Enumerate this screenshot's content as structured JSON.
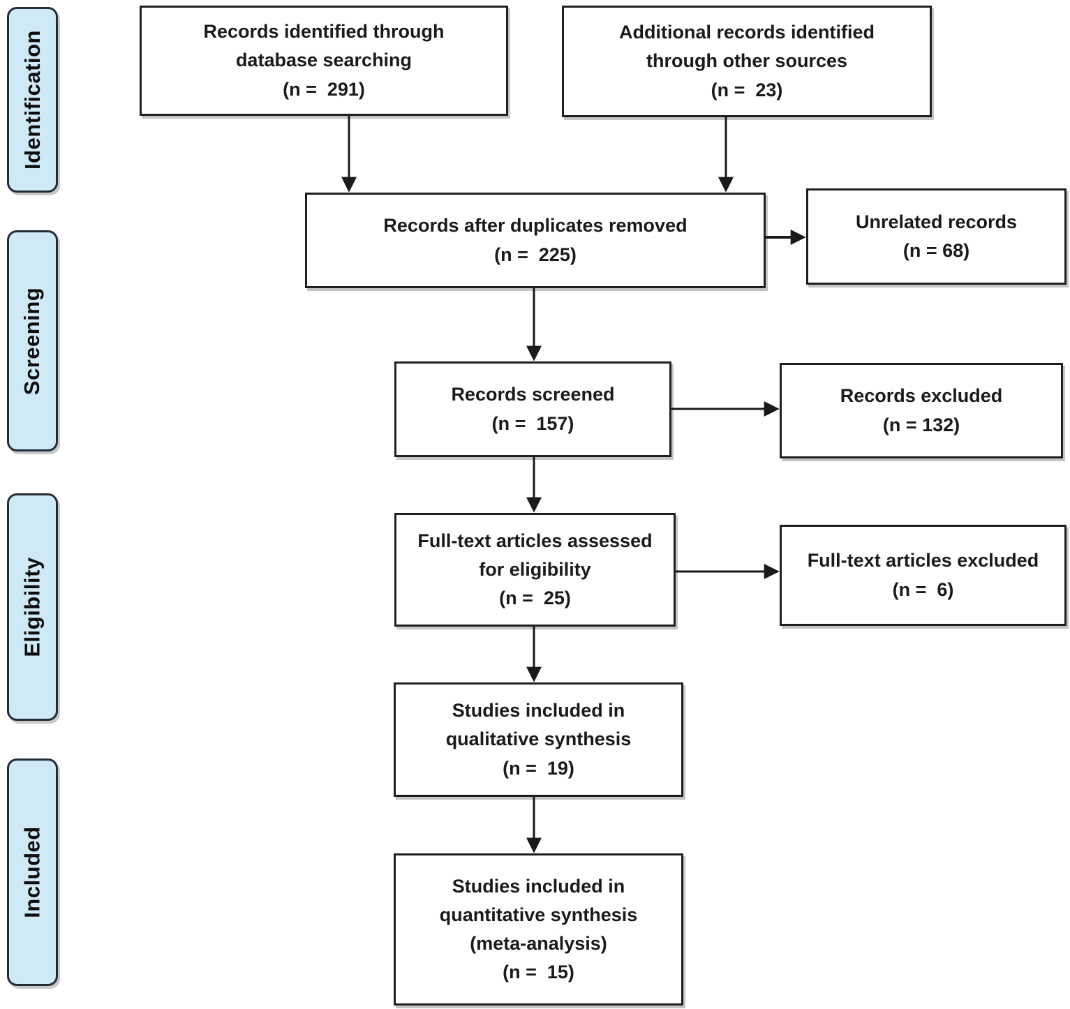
{
  "stages": [
    {
      "id": "identification",
      "label": "Identification"
    },
    {
      "id": "screening",
      "label": "Screening"
    },
    {
      "id": "eligibility",
      "label": "Eligibility"
    },
    {
      "id": "included",
      "label": "Included"
    }
  ],
  "boxes": {
    "records_identified": {
      "line1": "Records identified through",
      "line2": "database searching",
      "n_label": "(n =  291)",
      "n": 291
    },
    "additional_records": {
      "line1": "Additional records identified",
      "line2": "through other sources",
      "n_label": "(n =  23)",
      "n": 23
    },
    "after_duplicates": {
      "line1": "Records after duplicates removed",
      "n_label": "(n =  225)",
      "n": 225
    },
    "unrelated": {
      "line1": "Unrelated records",
      "n_label": "(n = 68)",
      "n": 68
    },
    "screened": {
      "line1": "Records screened",
      "n_label": "(n =  157)",
      "n": 157
    },
    "records_excluded": {
      "line1": "Records excluded",
      "n_label": "(n = 132)",
      "n": 132
    },
    "fulltext_assessed": {
      "line1": "Full-text articles assessed",
      "line2": "for eligibility",
      "n_label": "(n =  25)",
      "n": 25
    },
    "fulltext_excluded": {
      "line1": "Full-text articles excluded",
      "n_label": "(n =  6)",
      "n": 6
    },
    "qualitative": {
      "line1": "Studies included in",
      "line2": "qualitative synthesis",
      "n_label": "(n =  19)",
      "n": 19
    },
    "quantitative": {
      "line1": "Studies included in",
      "line2": "quantitative synthesis",
      "line3": "(meta-analysis)",
      "n_label": "(n =  15)",
      "n": 15
    }
  },
  "connections": [
    {
      "from": "records_identified",
      "to": "after_duplicates"
    },
    {
      "from": "additional_records",
      "to": "after_duplicates"
    },
    {
      "from": "after_duplicates",
      "to": "unrelated"
    },
    {
      "from": "after_duplicates",
      "to": "screened"
    },
    {
      "from": "screened",
      "to": "records_excluded"
    },
    {
      "from": "screened",
      "to": "fulltext_assessed"
    },
    {
      "from": "fulltext_assessed",
      "to": "fulltext_excluded"
    },
    {
      "from": "fulltext_assessed",
      "to": "qualitative"
    },
    {
      "from": "qualitative",
      "to": "quantitative"
    }
  ],
  "colors": {
    "background": "#ffffff",
    "box_border": "#1f1f1f",
    "stage_fill": "#cfe9f7",
    "stage_border": "#232d36",
    "text": "#1a1a1a",
    "arrow": "#1a1a1a"
  }
}
